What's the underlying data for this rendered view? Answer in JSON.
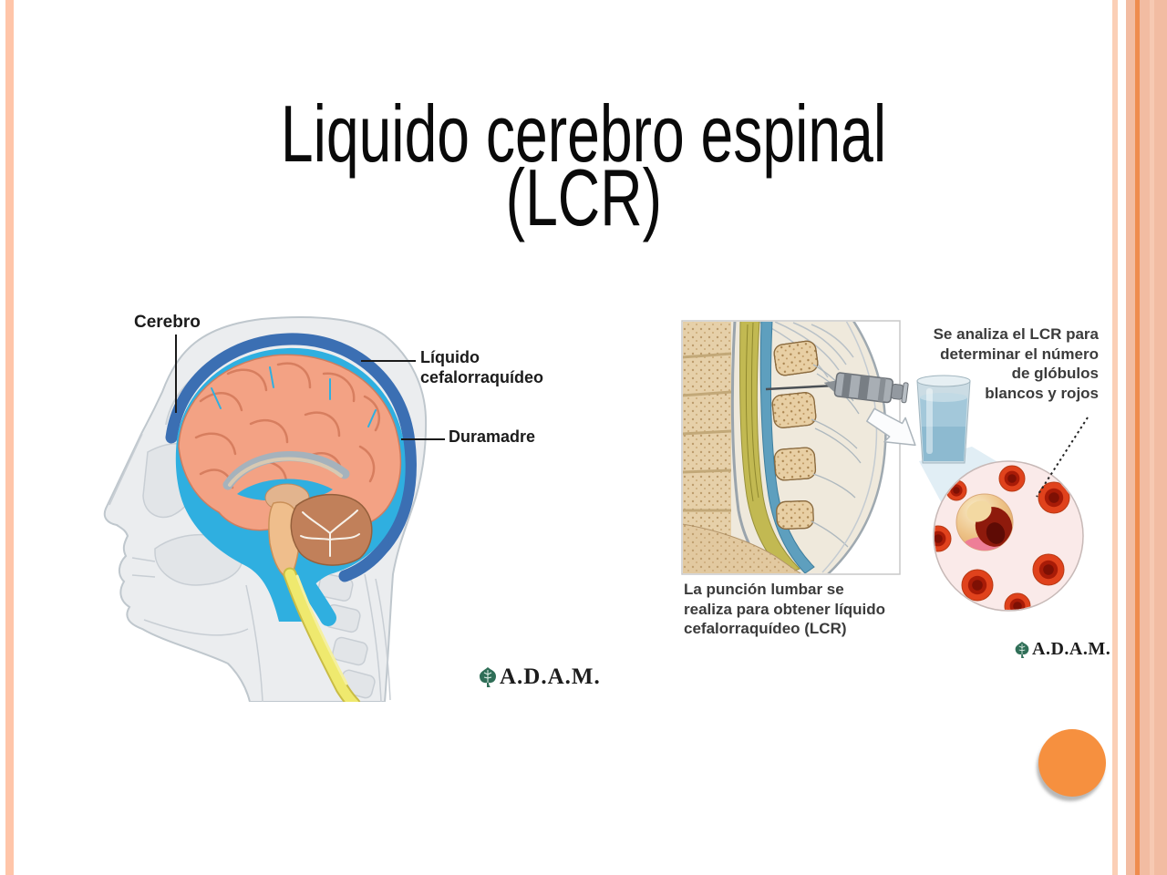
{
  "title": {
    "line1": "Liquido cerebro espinal",
    "line2": "(LCR)"
  },
  "head_figure": {
    "label_cerebro": "Cerebro",
    "label_liquido": "Líquido\ncefalorraquídeo",
    "label_duramadre": "Duramadre",
    "brand": "A.D.A.M."
  },
  "puncture_figure": {
    "caption_analysis": "Se analiza el LCR para\ndeterminar el número\nde glóbulos\nblancos y rojos",
    "caption_procedure": "La punción lumbar se\nrealiza para obtener líquido\ncefalorraquídeo (LCR)",
    "brand": "A.D.A.M."
  },
  "decorations": {
    "accent_orange": "#F6903F",
    "left_stripe": "#FFC5A9",
    "stripe_salmon": "#F2BCA2",
    "stripe_light": "#FBCFB6",
    "stripe_light2": "#F7C9B2",
    "stripe_dark_line": "#EF8C4F",
    "csf_cyan": "#2FAFE0",
    "dura_blue": "#3B6FB3",
    "brain_salmon": "#F3A284",
    "leaf_green": "#2F6E57"
  }
}
